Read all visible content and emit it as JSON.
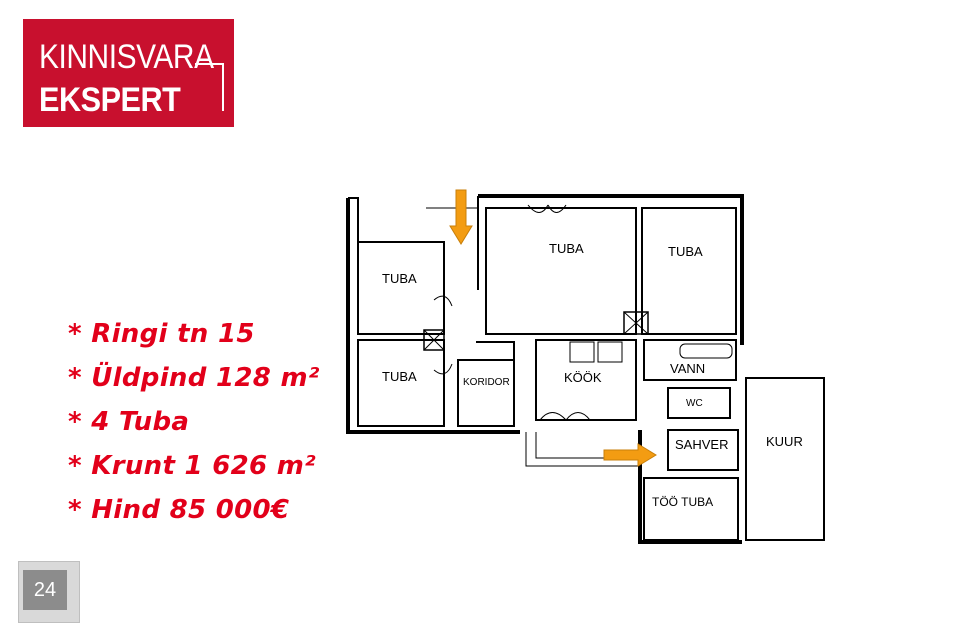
{
  "logo": {
    "line1": "KINNISVARA",
    "line2": "EKSPERT"
  },
  "facts": [
    "* Ringi tn 15",
    "* Üldpind 128 m²",
    "* 4 Tuba",
    "* Krunt 1 626 m²",
    "* Hind 85 000€"
  ],
  "rooms": {
    "tuba_left_top": "TUBA",
    "tuba_left_bottom": "TUBA",
    "tuba_center": "TUBA",
    "tuba_right": "TUBA",
    "koridor": "KORIDOR",
    "kook": "KÖÖK",
    "vann": "VANN",
    "wc": "WC",
    "sahver": "SAHVER",
    "too_tuba": "TÖÖ TUBA",
    "kuur": "KUUR"
  },
  "page_number": "24",
  "colors": {
    "brand_red": "#c8102e",
    "fact_red": "#e2001a",
    "arrow_orange": "#f39c12"
  }
}
